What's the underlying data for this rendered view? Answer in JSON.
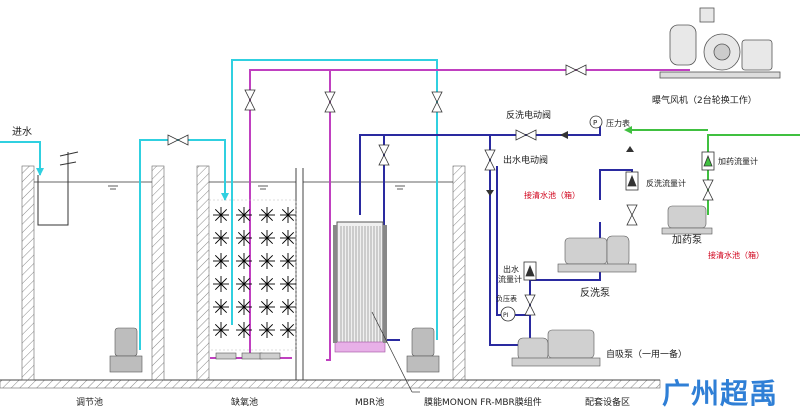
{
  "labels": {
    "inlet": "进水",
    "regulating_tank": "调节池",
    "anoxic_tank": "缺氧池",
    "mbr_tank": "MBR池",
    "membrane_module": "膜能MONON FR-MBR膜组件",
    "equipment_area": "配套设备区",
    "blower": "曝气风机（2台轮换工作）",
    "backwash_valve": "反洗电动阀",
    "pressure_gauge": "压力表",
    "outlet_valve": "出水电动阀",
    "backwash_flowmeter": "反洗流量计",
    "dosing_flowmeter": "加药流量计",
    "clear_tank_1": "接清水池（箱）",
    "clear_tank_2": "接清水池（箱）",
    "dosing_pump": "加药泵",
    "outlet_flowmeter_1": "出水",
    "outlet_flowmeter_2": "流量计",
    "backwash_pump": "反洗泵",
    "vacuum_gauge": "负压表",
    "self_priming_pump": "自吸泵（一用一备）",
    "pressure_symbol": "P",
    "vacuum_symbol": "PI"
  },
  "brand": "广州超禹",
  "colors": {
    "air_pipe": "#c040c0",
    "cyan_pipe": "#30d0e0",
    "water_pipe": "#2a2aa0",
    "dosing_pipe": "#40c040",
    "red_text": "#d0021b",
    "brand": "#2f7fd6"
  }
}
